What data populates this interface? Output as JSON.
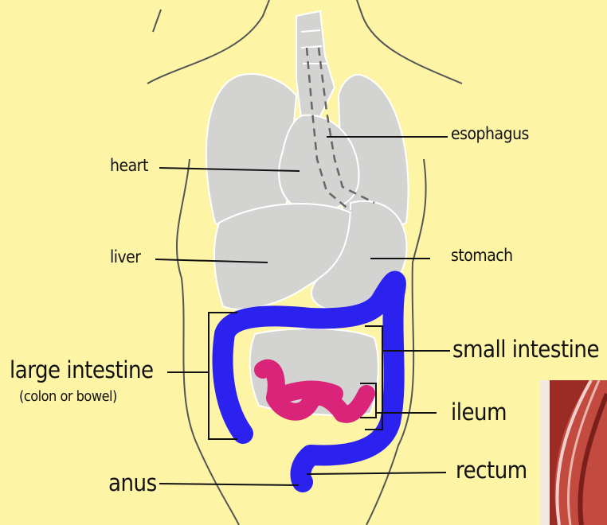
{
  "colors": {
    "background": "#fdf4a6",
    "organ_gray": "#d3d3d1",
    "organ_stroke": "#ffffff",
    "large_intestine": "#2b22f0",
    "ileum": "#d9247a",
    "leader_line": "#111111",
    "outline": "#555555"
  },
  "labels": {
    "esophagus": "esophagus",
    "heart": "heart",
    "liver": "liver",
    "stomach": "stomach",
    "large_intestine": "large intestine",
    "large_intestine_sub": "(colon or bowel)",
    "small_intestine": "small intestine",
    "ileum": "ileum",
    "anus": "anus",
    "rectum": "rectum"
  }
}
